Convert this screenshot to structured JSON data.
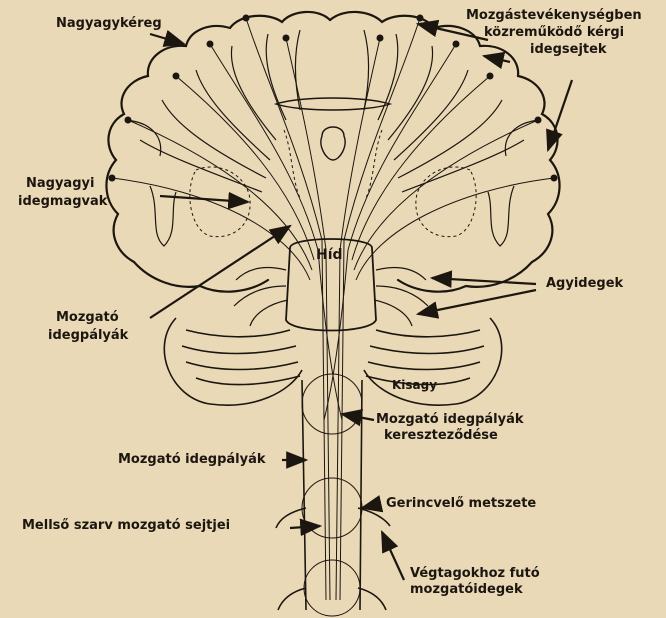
{
  "labels": {
    "cortex": "Nagyagykéreg",
    "cortical_cells_1": "Mozgástevékenységben",
    "cortical_cells_2": "közreműködő kérgi",
    "cortical_cells_3": "idegsejtek",
    "basal_nuclei_1": "Nagyagyi",
    "basal_nuclei_2": "idegmagvak",
    "pons": "Híd",
    "cranial_nerves": "Agyidegek",
    "motor_tracts_1": "Mozgató",
    "motor_tracts_2": "idegpályák",
    "cerebellum": "Kisagy",
    "decussation_1": "Mozgató idegpályák",
    "decussation_2": "kereszteződése",
    "motor_tracts_lower": "Mozgató idegpályák",
    "spinal_section": "Gerincvelő metszete",
    "anterior_horn": "Mellső szarv mozgató sejtjei",
    "limb_nerves_1": "Végtagokhoz futó",
    "limb_nerves_2": "mozgatóidegek"
  },
  "colors": {
    "paper": "#ead9b6",
    "ink": "#1c1610"
  }
}
